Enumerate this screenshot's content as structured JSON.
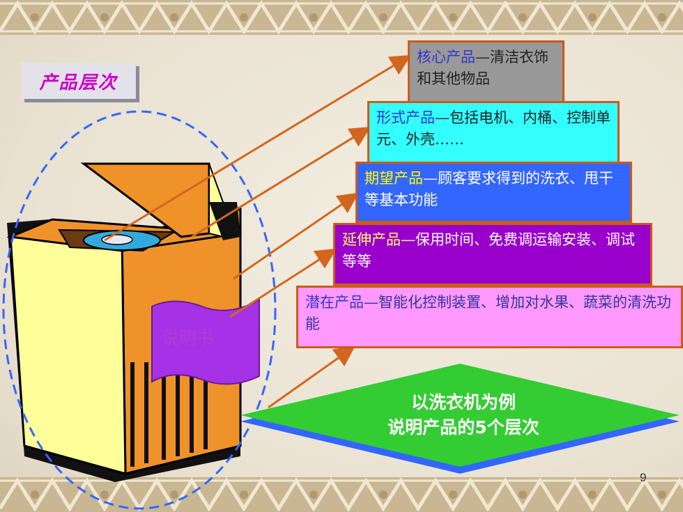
{
  "slide": {
    "title": "产品层次",
    "page_number": "9",
    "manual_label": "说明书",
    "summary_line1": "以洗衣机为例",
    "summary_line2": "说明产品的5个层次"
  },
  "levels": [
    {
      "name": "核心产品",
      "desc": "—清洁衣饰和其他物品",
      "bg": "#999999",
      "name_color": "#3333cc",
      "desc_color": "#222222"
    },
    {
      "name": "形式产品",
      "desc": "—包括电机、内桶、控制单元、外壳……",
      "bg": "#33ffff",
      "name_color": "#3333cc",
      "desc_color": "#222222"
    },
    {
      "name": "期望产品",
      "desc": "—顾客要求得到的洗衣、甩干等基本功能",
      "bg": "#3366ff",
      "name_color": "#ffff00",
      "desc_color": "#ffffff"
    },
    {
      "name": "延伸产品",
      "desc": "—保用时间、免费调运输安装、调试等等",
      "bg": "#9900cc",
      "name_color": "#ffff66",
      "desc_color": "#ffffff"
    },
    {
      "name": "潜在产品",
      "desc": "—智能化控制装置、增加对水果、蔬菜的清洗功能",
      "bg": "#ff99ff",
      "name_color": "#3333cc",
      "desc_color": "#333399"
    }
  ],
  "colors": {
    "arrow": "#d2661e",
    "diamond_green": "#33cc33",
    "diamond_shadow": "#3366ff",
    "ellipse": "#3366ff"
  }
}
